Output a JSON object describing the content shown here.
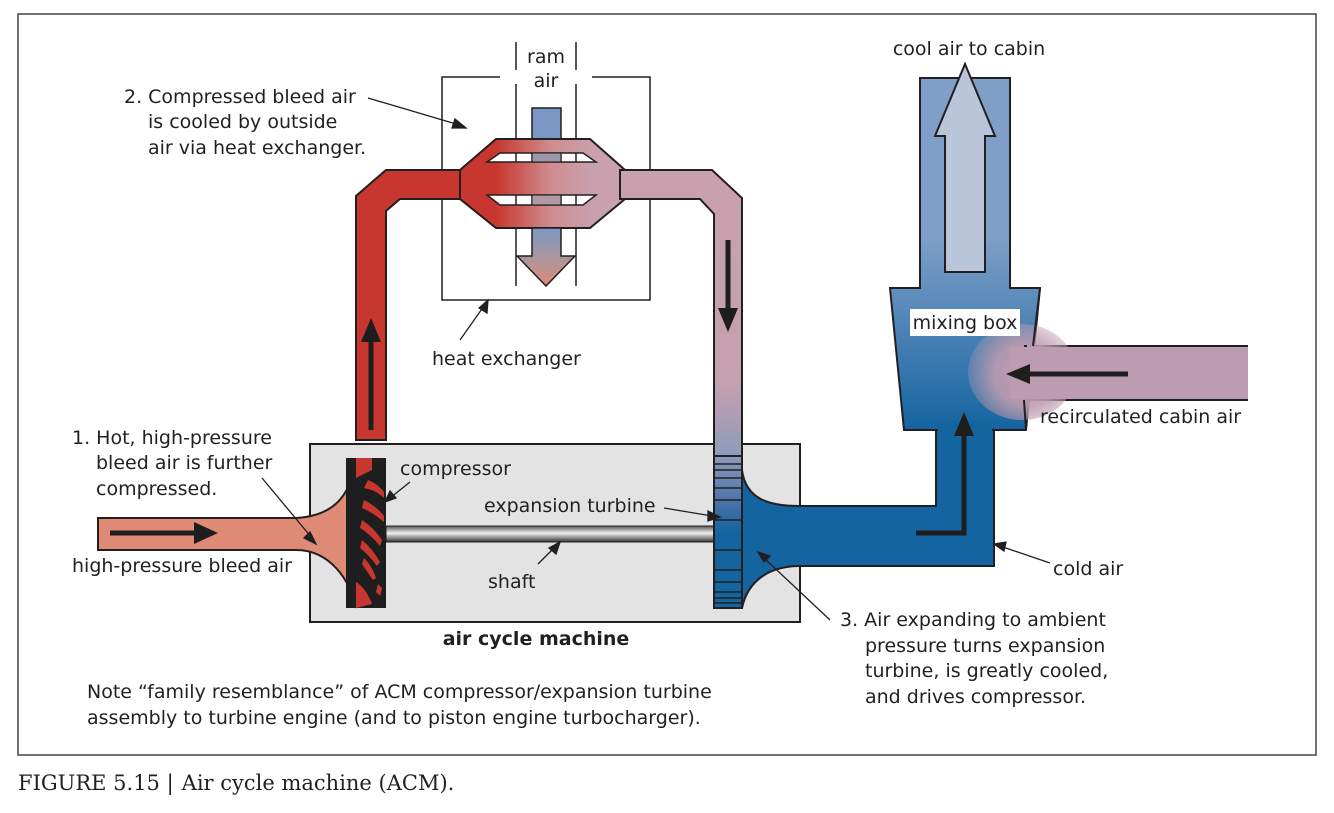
{
  "figure": {
    "caption_label": "FIGURE 5.15 |",
    "caption_text": "Air cycle machine (ACM).",
    "colors": {
      "hot_red": "#c8372f",
      "bleed_salmon": "#de8a75",
      "warm_pink": "#c9a0ad",
      "cold_blue": "#1464a0",
      "mixed_blue": "#7f9fc8",
      "light_blue": "#b9c6da",
      "recirc_mauve": "#be9cb0",
      "acm_gray": "#e3e3e3",
      "ink": "#231f20"
    }
  },
  "labels": {
    "ram_air_line1": "ram",
    "ram_air_line2": "air",
    "cool_air_to_cabin": "cool air to cabin",
    "mixing_box": "mixing box",
    "recirculated_cabin_air": "recirculated cabin air",
    "heat_exchanger": "heat exchanger",
    "compressor": "compressor",
    "expansion_turbine": "expansion turbine",
    "shaft": "shaft",
    "high_pressure_bleed_air": "high-pressure bleed air",
    "cold_air": "cold air",
    "air_cycle_machine": "air cycle machine"
  },
  "steps": [
    {
      "lines": [
        "1. Hot, high-pressure",
        "bleed air is further",
        "compressed."
      ]
    },
    {
      "lines": [
        "2. Compressed bleed air",
        "is cooled by outside",
        "air via heat exchanger."
      ]
    },
    {
      "lines": [
        "3. Air expanding to ambient",
        "pressure turns expansion",
        "turbine, is greatly cooled,",
        "and drives compressor."
      ]
    }
  ],
  "note": {
    "lines": [
      "Note “family resemblance” of ACM compressor/expansion turbine",
      "assembly to turbine engine (and to piston engine turbocharger)."
    ]
  }
}
